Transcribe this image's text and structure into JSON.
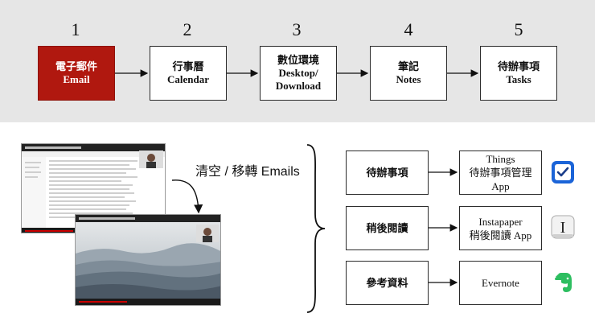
{
  "steps": [
    {
      "num": "1",
      "line1": "電子郵件",
      "line2": "Email"
    },
    {
      "num": "2",
      "line1": "行事曆",
      "line2": "Calendar"
    },
    {
      "num": "3",
      "line1": "數位環境",
      "line2": "Desktop/",
      "line3": "Download"
    },
    {
      "num": "4",
      "line1": "筆記",
      "line2": "Notes"
    },
    {
      "num": "5",
      "line1": "待辦事項",
      "line2": "Tasks"
    }
  ],
  "caption": "清空 / 移轉 Emails",
  "categories": [
    {
      "label": "待辦事項",
      "tool_line1": "Things",
      "tool_line2": "待辦事項管理 App",
      "icon": "things-checkbox-icon"
    },
    {
      "label": "稍後閱讀",
      "tool_line1": "Instapaper",
      "tool_line2": "稍後閱讀 App",
      "icon": "instapaper-i-icon"
    },
    {
      "label": "參考資料",
      "tool_line1": "Evernote",
      "tool_line2": "",
      "icon": "evernote-elephant-icon"
    }
  ],
  "colors": {
    "active": "#b0180f",
    "band": "#e6e6e6",
    "things_blue": "#1b64d8",
    "evernote_green": "#2dbe60"
  }
}
